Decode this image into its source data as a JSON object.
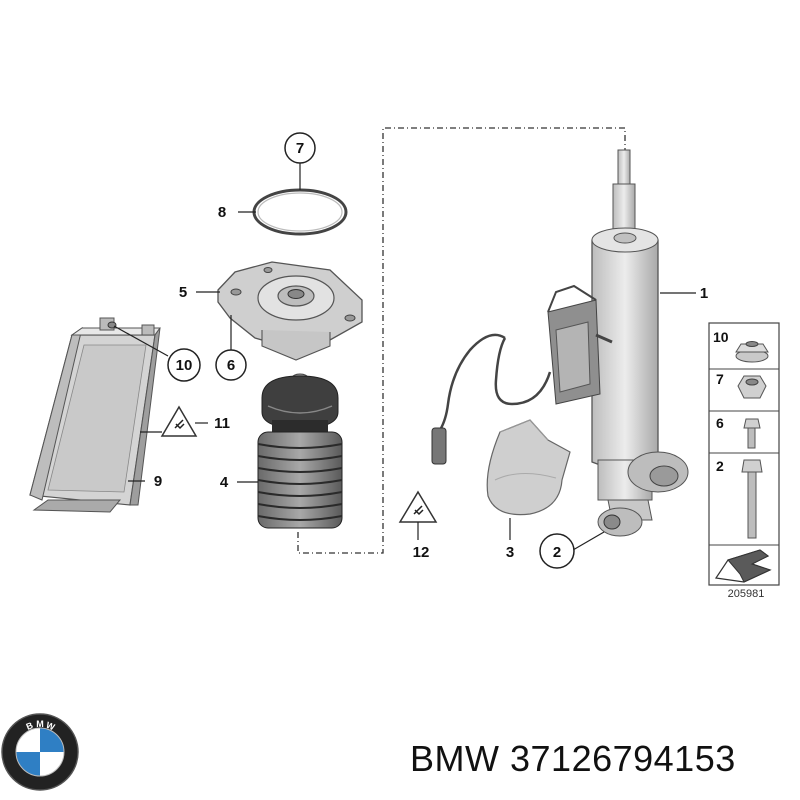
{
  "diagram": {
    "callouts": {
      "c1": "1",
      "c2": "2",
      "c3": "3",
      "c4": "4",
      "c5": "5",
      "c6": "6",
      "c7": "7",
      "c8": "8",
      "c9": "9",
      "c10": "10",
      "c11": "11",
      "c12": "12"
    },
    "legend": {
      "r10": "10",
      "r7": "7",
      "r6": "6",
      "r2": "2"
    },
    "ref_number": "205981"
  },
  "footer": {
    "brand": "BMW",
    "part_number": "37126794153"
  },
  "colors": {
    "part_fill": "#d9d9d9",
    "part_stroke": "#555555",
    "line": "#222222"
  }
}
